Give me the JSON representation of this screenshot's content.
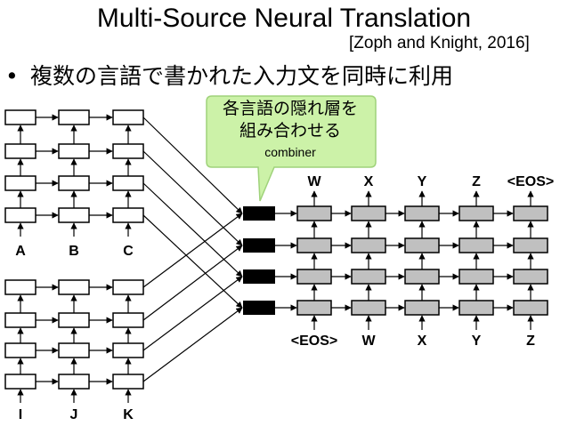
{
  "title": "Multi-Source Neural Translation",
  "citation": "[Zoph and Knight, 2016]",
  "bullet": {
    "marker": "•",
    "text": "複数の言語で書かれた入力文を同時に利用"
  },
  "callout": {
    "line1": "各言語の隠れ層を",
    "line2": "組み合わせる",
    "line3": "combiner"
  },
  "encoder_top": {
    "input_labels": [
      "A",
      "B",
      "C"
    ]
  },
  "encoder_bottom": {
    "input_labels": [
      "I",
      "J",
      "K"
    ]
  },
  "decoder": {
    "output_labels": [
      "W",
      "X",
      "Y",
      "Z",
      "<EOS>"
    ],
    "input_labels": [
      "<EOS>",
      "W",
      "X",
      "Y",
      "Z"
    ]
  },
  "colors": {
    "callout_fill": "#ccf2a8",
    "callout_stroke": "#9fd27a",
    "combiner_fill": "#000000",
    "decoder_fill": "#c0c0c0"
  }
}
